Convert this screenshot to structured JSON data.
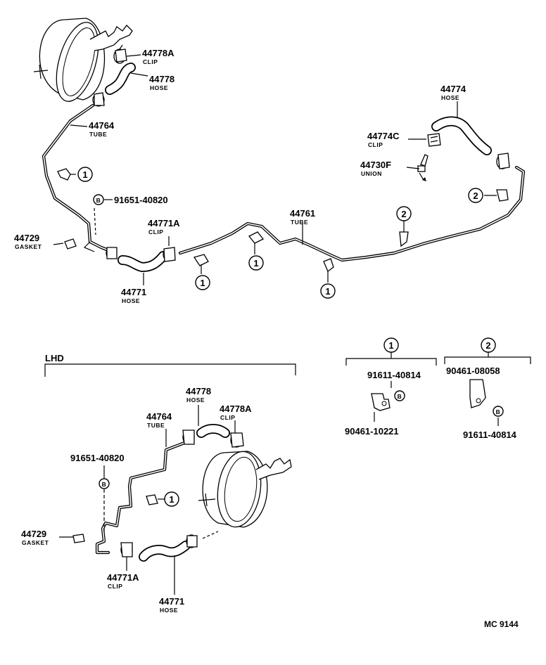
{
  "parts": {
    "p44778A_top": {
      "number": "44778A",
      "name": "CLIP"
    },
    "p44778_top": {
      "number": "44778",
      "name": "HOSE"
    },
    "p44764_top": {
      "number": "44764",
      "name": "TUBE"
    },
    "p91651_top": {
      "number": "91651-40820",
      "symbol": "B"
    },
    "p44729_top": {
      "number": "44729",
      "name": "GASKET"
    },
    "p44771A_top": {
      "number": "44771A",
      "name": "CLIP"
    },
    "p44771_top": {
      "number": "44771",
      "name": "HOSE"
    },
    "p44761": {
      "number": "44761",
      "name": "TUBE"
    },
    "p44774": {
      "number": "44774",
      "name": "HOSE"
    },
    "p44774C": {
      "number": "44774C",
      "name": "CLIP"
    },
    "p44730F": {
      "number": "44730F",
      "name": "UNION"
    },
    "p44778_lhd": {
      "number": "44778",
      "name": "HOSE"
    },
    "p44764_lhd": {
      "number": "44764",
      "name": "TUBE"
    },
    "p44778A_lhd": {
      "number": "44778A",
      "name": "CLIP"
    },
    "p91651_lhd": {
      "number": "91651-40820",
      "symbol": "B"
    },
    "p44729_lhd": {
      "number": "44729",
      "name": "GASKET"
    },
    "p44771A_lhd": {
      "number": "44771A",
      "name": "CLIP"
    },
    "p44771_lhd": {
      "number": "44771",
      "name": "HOSE"
    }
  },
  "callouts": {
    "one": "1",
    "two": "2"
  },
  "lhd_label": "LHD",
  "detail_1": {
    "ref": "1",
    "bolt": "91611-40814",
    "bolt_symbol": "B",
    "clamp": "90461-10221"
  },
  "detail_2": {
    "ref": "2",
    "clamp": "90461-08058",
    "bolt": "91611-40814",
    "bolt_symbol": "B"
  },
  "code": "MC 9144"
}
